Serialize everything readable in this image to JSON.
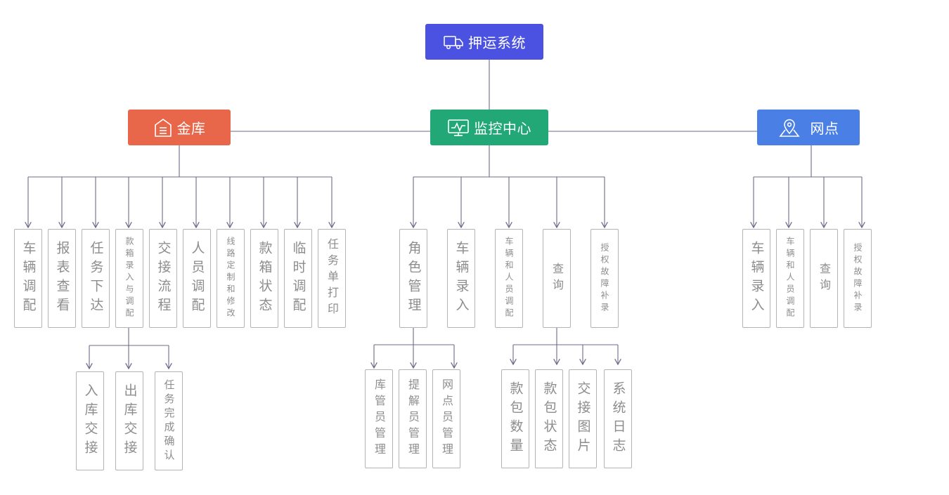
{
  "colors": {
    "root": "#4b51e0",
    "vault": "#e8674a",
    "monitor": "#22a877",
    "branch": "#4a7fe6",
    "line": "#6b6b88",
    "leaf_border": "#b3b3b3",
    "leaf_text": "#8d8d8d"
  },
  "root": {
    "label": "押运系统",
    "icon": "delivery-truck-icon"
  },
  "vault": {
    "label": "金库",
    "icon": "building-icon",
    "items": [
      "车辆调配",
      "报表查看",
      "任务下达",
      "款箱录入与调配",
      "交接流程",
      "人员调配",
      "线路定制和修改",
      "款箱状态",
      "临时调配",
      "任务单打印"
    ],
    "sub_items": [
      "入库交接",
      "出库交接",
      "任务完成确认"
    ]
  },
  "monitor": {
    "label": "监控中心",
    "icon": "monitor-icon",
    "items": [
      "角色管理",
      "车辆录入",
      "车辆和人员调配",
      "查询",
      "授权故障补录"
    ],
    "role_sub_items": [
      "库管员管理",
      "提解员管理",
      "网点员管理"
    ],
    "query_sub_items": [
      "款包数量",
      "款包状态",
      "交接图片",
      "系统日志"
    ]
  },
  "branch": {
    "label": "网点",
    "icon": "location-pin-icon",
    "items": [
      "车辆录入",
      "车辆和人员调配",
      "查询",
      "授权故障补录"
    ]
  }
}
